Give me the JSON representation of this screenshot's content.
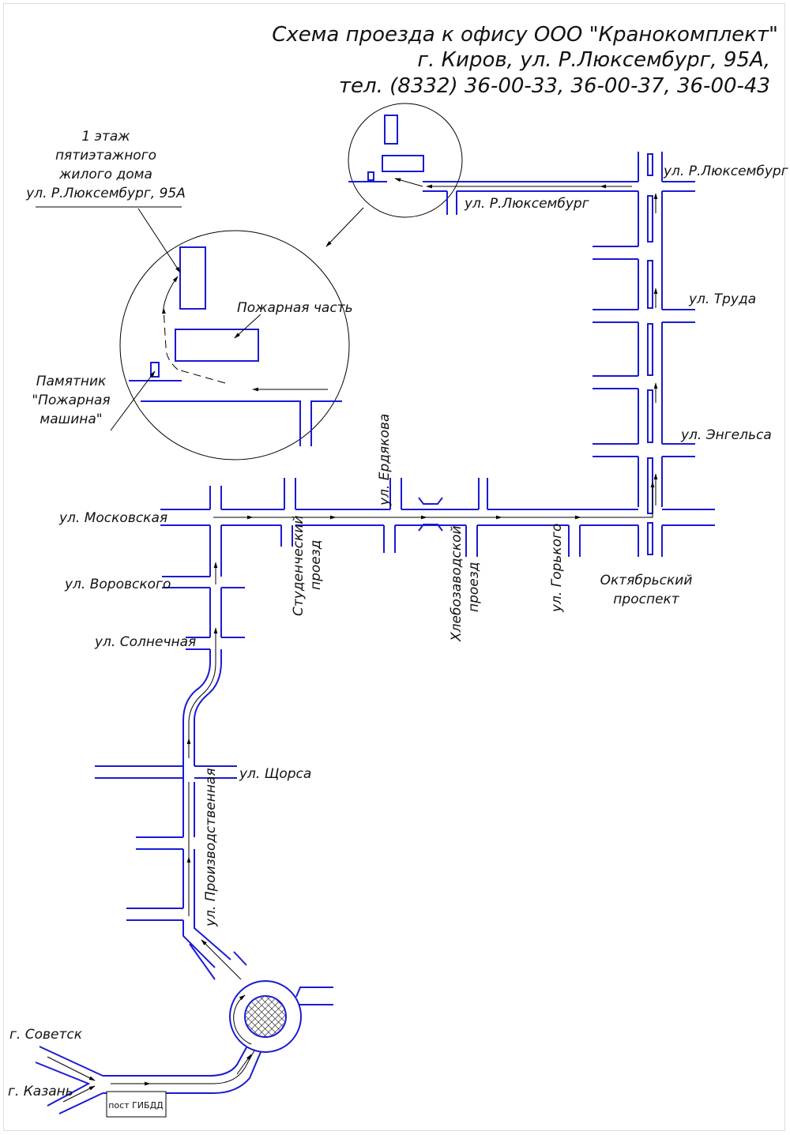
{
  "title": {
    "line1": "Схема проезда к офису ООО \"Кранокомплект\"",
    "line2": "г. Киров, ул. Р.Люксембург, 95А,",
    "line3": "тел. (8332) 36-00-33, 36-00-37, 36-00-43"
  },
  "callouts": {
    "building_l1": "1 этаж",
    "building_l2": "пятиэтажного",
    "building_l3": "жилого дома",
    "building_l4": "ул. Р.Люксембург, 95А",
    "fire_station": "Пожарная часть",
    "monument_l1": "Памятник",
    "monument_l2": "\"Пожарная",
    "monument_l3": "машина\""
  },
  "streets": {
    "luxemburg_top": "ул. Р.Люксембург",
    "luxemburg_mid": "ул. Р.Люксембург",
    "truda": "ул. Труда",
    "engelsa": "ул. Энгельса",
    "moskovskaya": "ул. Московская",
    "vorovskogo": "ул. Воровского",
    "solnechnaya": "ул. Солнечная",
    "studencheskiy_l1": "Студенческий",
    "studencheskiy_l2": "проезд",
    "erdyakova": "ул. Ердякова",
    "khlebozavodskoy_l1": "Хлебозаводской",
    "khlebozavodskoy_l2": "проезд",
    "gorkogo": "ул. Горького",
    "oktyabrsky_l1": "Октябрьский",
    "oktyabrsky_l2": "проспект",
    "shchorsa": "ул. Щорса",
    "proizvodstvennaya": "ул. Производственная",
    "sovetsk": "г. Советск",
    "kazan": "г. Казань",
    "post_gibdd": "пост ГИБДД"
  },
  "colors": {
    "road": "#1a1ad6",
    "text": "#111111",
    "arrow": "#000000"
  }
}
